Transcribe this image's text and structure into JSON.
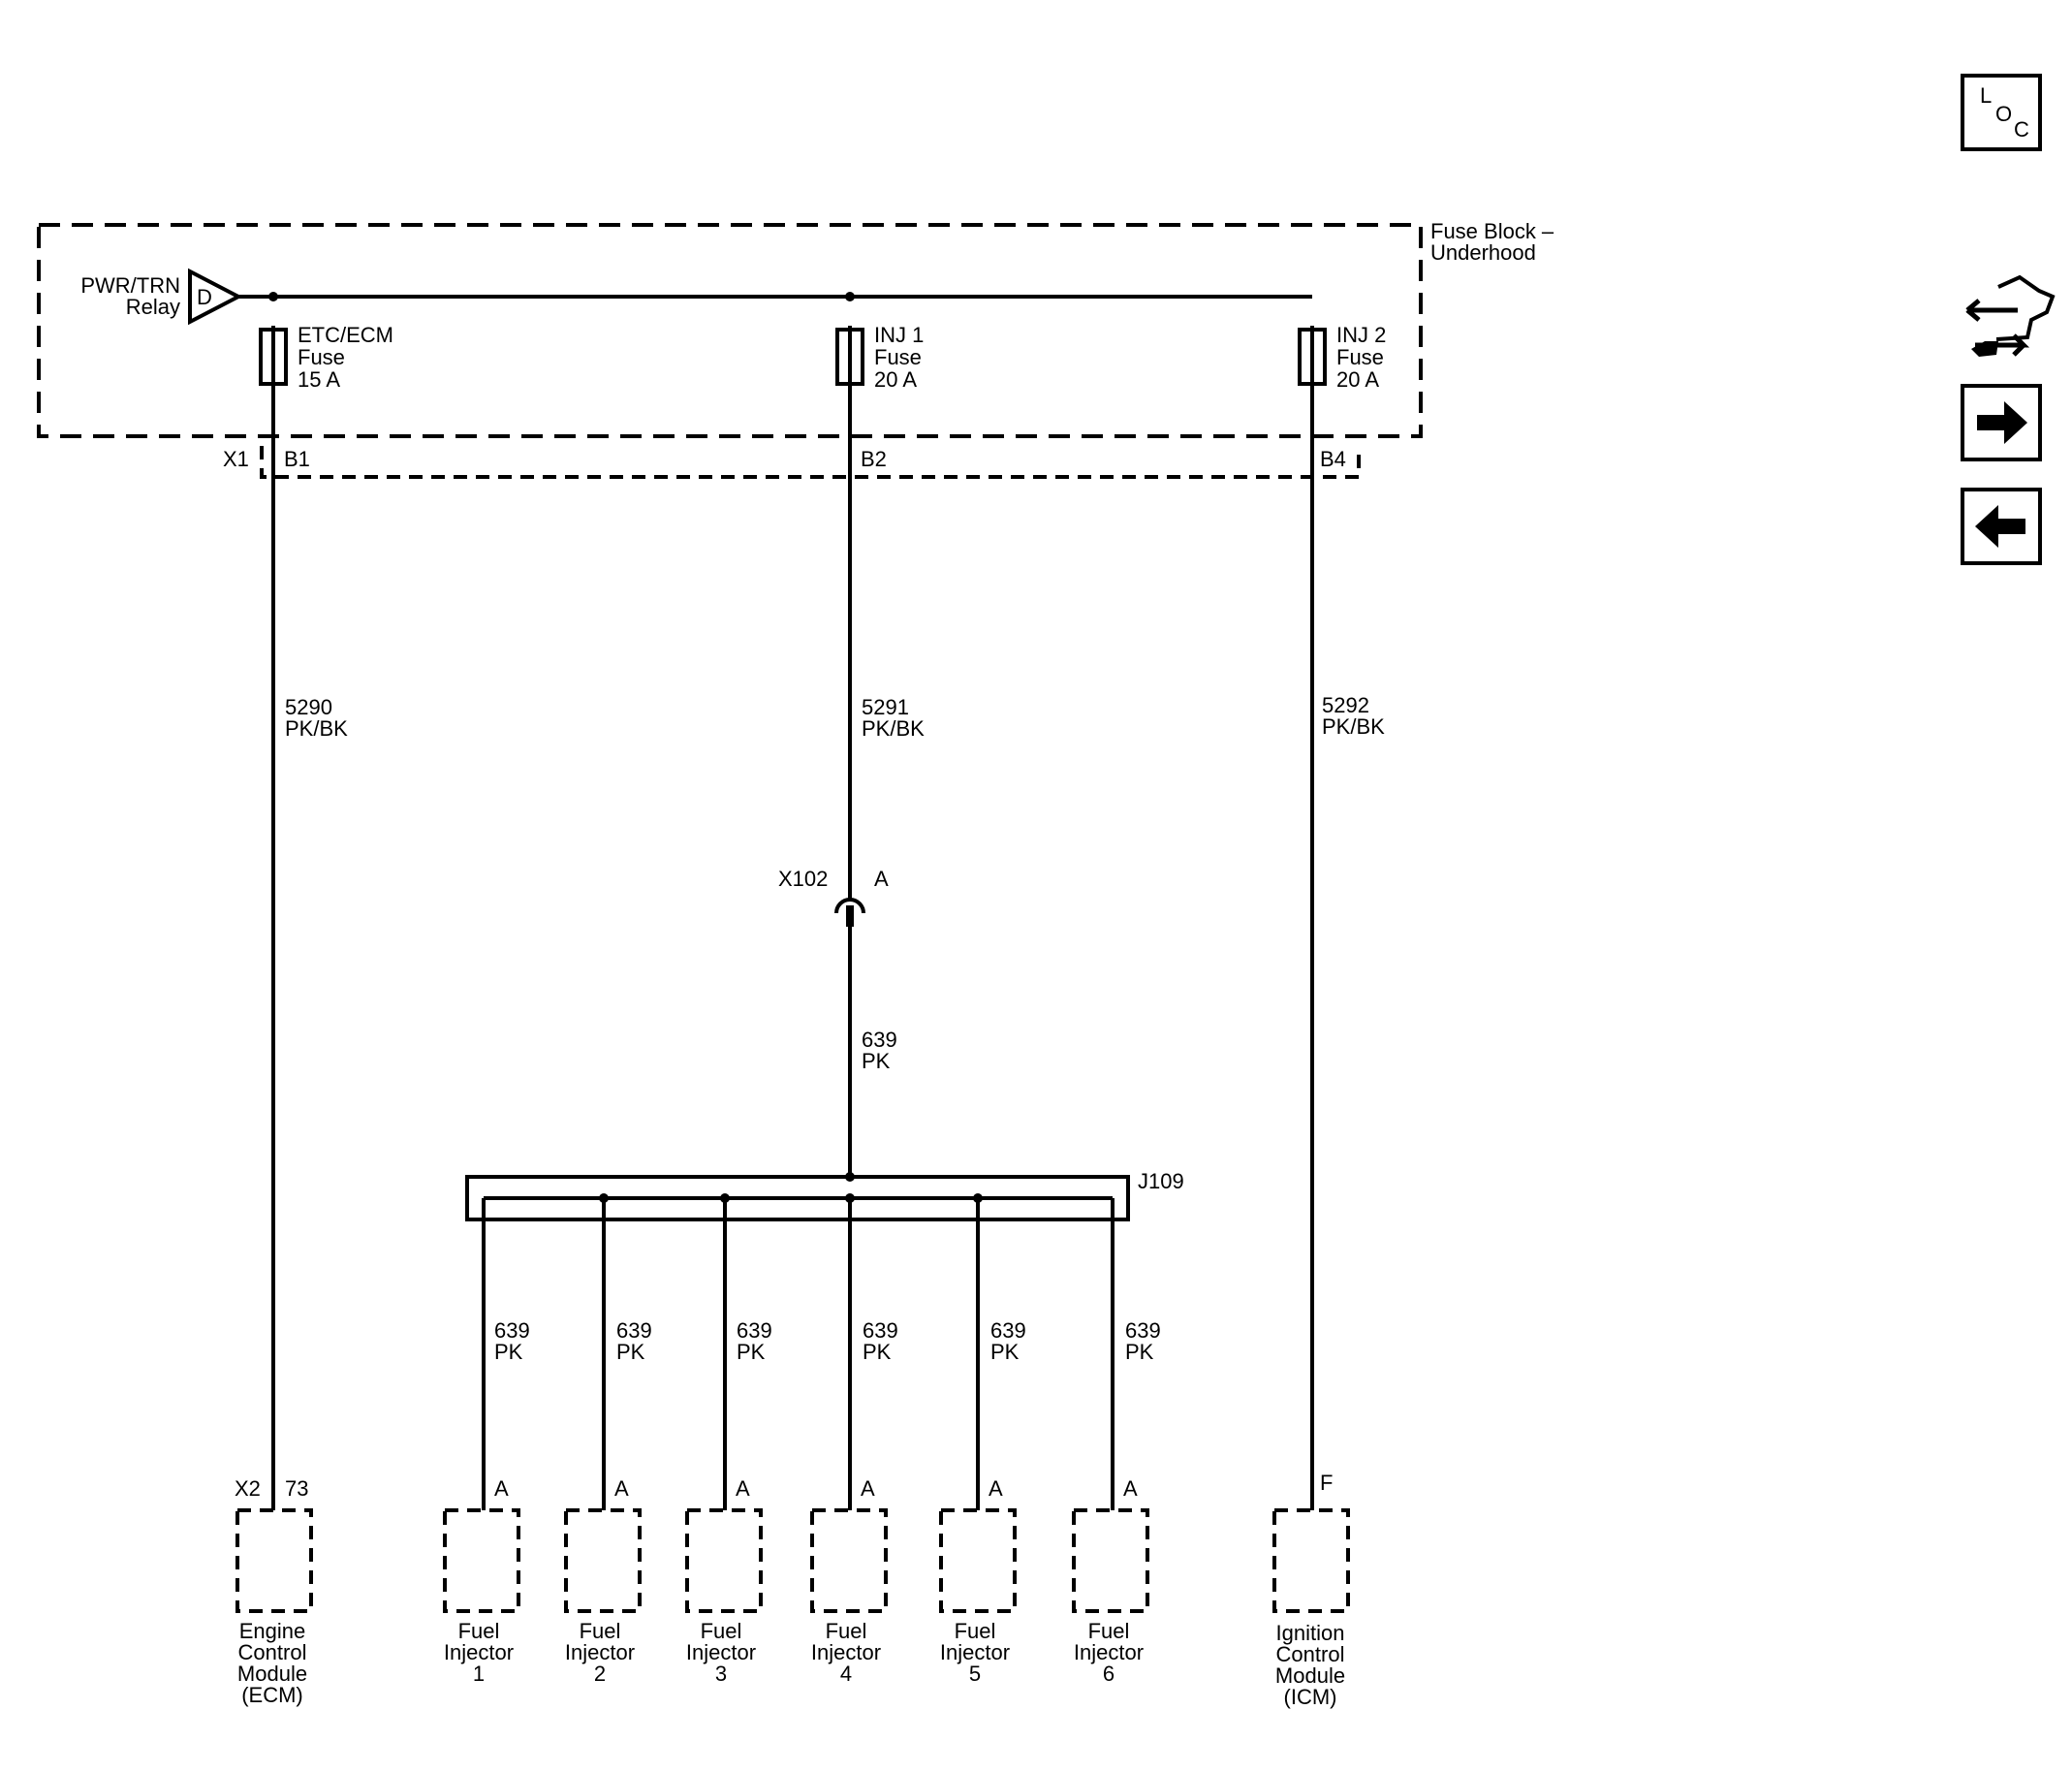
{
  "nav": {
    "loc": {
      "l": "L",
      "o": "O",
      "c": "C"
    },
    "icons": [
      "loc-icon",
      "component-view-icon",
      "arrow-right-icon",
      "arrow-left-icon"
    ]
  },
  "fuse_block": {
    "title_line1": "Fuse Block –",
    "title_line2": "Underhood",
    "relay_line1": "PWR/TRN",
    "relay_line2": "Relay",
    "relay_symbol": "D",
    "connector": "X1",
    "fuses": [
      {
        "name": "ETC/ECM",
        "word": "Fuse",
        "rating": "15 A",
        "pin": "B1"
      },
      {
        "name": "INJ 1",
        "word": "Fuse",
        "rating": "20 A",
        "pin": "B2"
      },
      {
        "name": "INJ 2",
        "word": "Fuse",
        "rating": "20 A",
        "pin": "B4"
      }
    ]
  },
  "circuits": {
    "c5290": {
      "num": "5290",
      "color": "PK/BK"
    },
    "c5291": {
      "num": "5291",
      "color": "PK/BK"
    },
    "c5292": {
      "num": "5292",
      "color": "PK/BK"
    },
    "c639": {
      "num": "639",
      "color": "PK"
    }
  },
  "inline_connector": {
    "name": "X102",
    "pin": "A"
  },
  "splice": {
    "name": "J109"
  },
  "injector_wires": [
    {
      "num": "639",
      "color": "PK"
    },
    {
      "num": "639",
      "color": "PK"
    },
    {
      "num": "639",
      "color": "PK"
    },
    {
      "num": "639",
      "color": "PK"
    },
    {
      "num": "639",
      "color": "PK"
    },
    {
      "num": "639",
      "color": "PK"
    }
  ],
  "ecm": {
    "connector": "X2",
    "pin": "73",
    "lines": [
      "Engine",
      "Control",
      "Module",
      "(ECM)"
    ]
  },
  "injectors": [
    {
      "pin": "A",
      "l1": "Fuel",
      "l2": "Injector",
      "l3": "1"
    },
    {
      "pin": "A",
      "l1": "Fuel",
      "l2": "Injector",
      "l3": "2"
    },
    {
      "pin": "A",
      "l1": "Fuel",
      "l2": "Injector",
      "l3": "3"
    },
    {
      "pin": "A",
      "l1": "Fuel",
      "l2": "Injector",
      "l3": "4"
    },
    {
      "pin": "A",
      "l1": "Fuel",
      "l2": "Injector",
      "l3": "5"
    },
    {
      "pin": "A",
      "l1": "Fuel",
      "l2": "Injector",
      "l3": "6"
    }
  ],
  "icm": {
    "pin": "F",
    "lines": [
      "Ignition",
      "Control",
      "Module",
      "(ICM)"
    ]
  }
}
